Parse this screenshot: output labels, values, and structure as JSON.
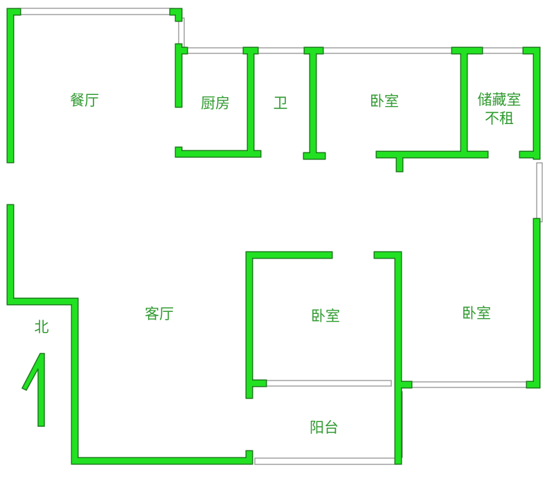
{
  "rooms": {
    "dining": "餐厅",
    "kitchen": "厨房",
    "bathroom": "卫",
    "bedroom_top": "卧室",
    "storage": "储藏室",
    "storage_note": "不租",
    "living": "客厅",
    "bedroom_middle": "卧室",
    "bedroom_right": "卧室",
    "balcony": "阳台"
  },
  "compass": {
    "label": "北",
    "icon": "north-arrow-icon"
  },
  "colors": {
    "wall": "#22e022",
    "wall_outline": "#1a7a1a",
    "text": "#2f9a2f"
  }
}
